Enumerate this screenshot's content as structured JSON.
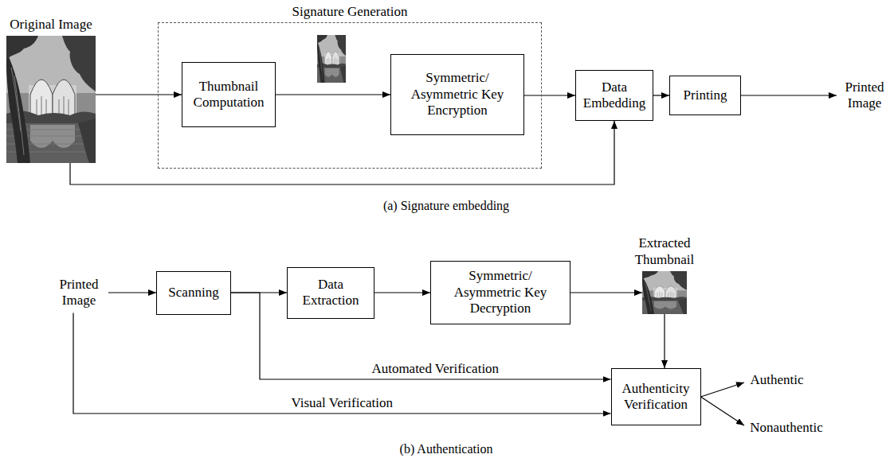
{
  "diagram": {
    "nodes": [
      {
        "text": [
          "Original Image"
        ]
      },
      {
        "text": [
          "Signature Generation"
        ]
      },
      {
        "text": [
          "Thumbnail Computation"
        ],
        "in": 1
      },
      {
        "text": [
          "Symmetric/ Asymmetric Key Encryption"
        ],
        "in": 1
      },
      {
        "text": [
          "Data Embedding"
        ]
      },
      {
        "text": [
          "Printing"
        ]
      },
      {
        "text": [
          "Printed Image"
        ]
      },
      {
        "text": [
          "Printed Image"
        ]
      },
      {
        "text": [
          "Scanning"
        ]
      },
      {
        "text": [
          "Data Extraction"
        ]
      },
      {
        "text": [
          "Symmetric/ Asymmetric Key Decryption"
        ]
      },
      {
        "text": [
          "Extracted Thumbnail"
        ]
      },
      {
        "text": [
          "Authenticity Verification"
        ]
      },
      {
        "text": [
          "Authentic"
        ]
      },
      {
        "text": [
          "Nonauthentic"
        ]
      }
    ],
    "edges": [
      {
        "from": 0,
        "to": 2,
        "arrow": "to"
      },
      {
        "from": 2,
        "to": 3,
        "arrow": "to"
      },
      {
        "from": 3,
        "to": 4,
        "arrow": "to"
      },
      {
        "from": 0,
        "to": 4,
        "arrow": "to"
      },
      {
        "from": 4,
        "to": 5,
        "arrow": "to"
      },
      {
        "from": 5,
        "to": 6,
        "arrow": "to"
      },
      {
        "from": 7,
        "to": 8,
        "arrow": "to"
      },
      {
        "from": 8,
        "to": 9,
        "arrow": "to"
      },
      {
        "from": 9,
        "to": 10,
        "arrow": "to"
      },
      {
        "from": 10,
        "to": 11,
        "arrow": "to"
      },
      {
        "from": 11,
        "to": 12,
        "arrow": "to"
      },
      {
        "from": 8,
        "to": 12,
        "label": "Automated Verification",
        "arrow": "to"
      },
      {
        "from": 7,
        "to": 12,
        "label": "Visual Verification",
        "arrow": "to"
      },
      {
        "from": 12,
        "to": 13,
        "arrow": "to"
      },
      {
        "from": 12,
        "to": 14,
        "arrow": "to"
      }
    ],
    "labels": [
      "(a) Signature embedding",
      "(b) Authentication"
    ]
  }
}
